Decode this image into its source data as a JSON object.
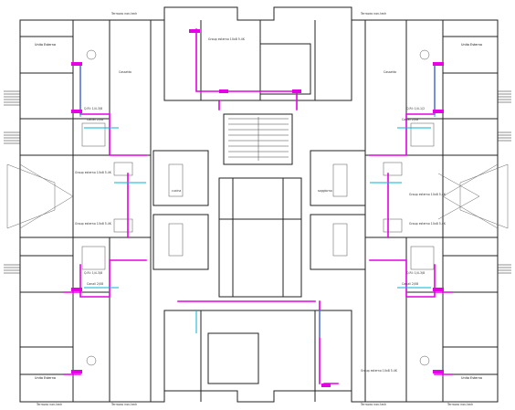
{
  "drawing": {
    "labels": {
      "top_left_balcony": "Terrazzo non-tech",
      "top_right_balcony": "Terrazzo non-tech",
      "top_center_riser": "Group esterno 10x8 5.4K",
      "bottom_center_riser": "Group esterno 10x8 5.4K",
      "left_riser_a": "Group esterno 10x8 5.4K",
      "left_riser_b": "Group esterno 10x8 5.4K",
      "right_riser_a": "Group esterno 10x8 5.4K",
      "right_riser_b": "Group esterno 10x8 5.4K",
      "bottom_left_balcony": "Terrazzo non-tech",
      "bottom_right_balcony": "Terrazzo non-tech",
      "bottom_mid_balcony_l": "Terrazzo non-tech",
      "bottom_mid_balcony_r": "Terrazzo non-tech",
      "unit_tl": "Unita Esterna",
      "unit_bl": "Unita Esterna",
      "unit_tr": "Unita Esterna",
      "unit_br": "Unita Esterna",
      "ahu_tl": "Cassetta",
      "ahu_tr": "Cassetta",
      "room_cucina": "cucina",
      "room_soggiorno": "soggiorno",
      "pipe_a": "Q.Rl: 1/4-3/8",
      "pipe_b": "Q.Rl: 1/4-3/8",
      "pipe_c": "Q.Rl: 1/4-1/2",
      "pipe_d": "Q.Rl: 1/4-3/8",
      "pipe_e": "Canali 2/08",
      "pipe_f": "Canali 2/08",
      "pipe_g": "Canali 2/08",
      "pipe_h": "Canali 2/08"
    }
  }
}
